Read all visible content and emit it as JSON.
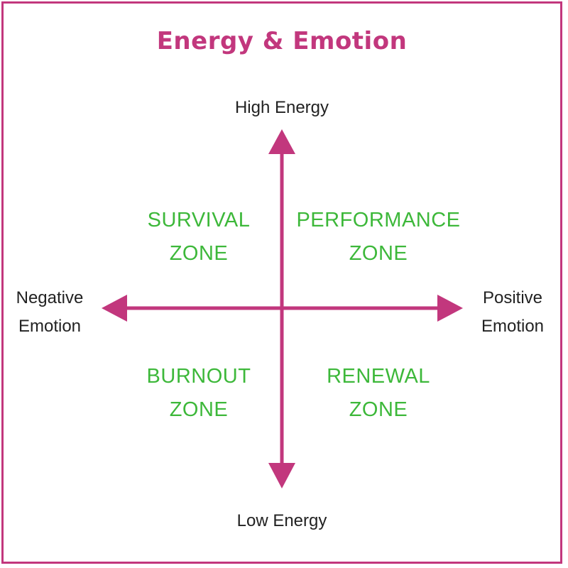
{
  "title": "Energy & Emotion",
  "axes": {
    "top": "High Energy",
    "bottom": "Low Energy",
    "left": [
      "Negative",
      "Emotion"
    ],
    "right": [
      "Positive",
      "Emotion"
    ]
  },
  "zones": {
    "top_left": [
      "SURVIVAL",
      "ZONE"
    ],
    "top_right": [
      "PERFORMANCE",
      "ZONE"
    ],
    "bottom_left": [
      "BURNOUT",
      "ZONE"
    ],
    "bottom_right": [
      "RENEWAL",
      "ZONE"
    ]
  },
  "colors": {
    "accent": "#c2377d",
    "zone_text": "#3db83a",
    "label_text": "#222222"
  }
}
